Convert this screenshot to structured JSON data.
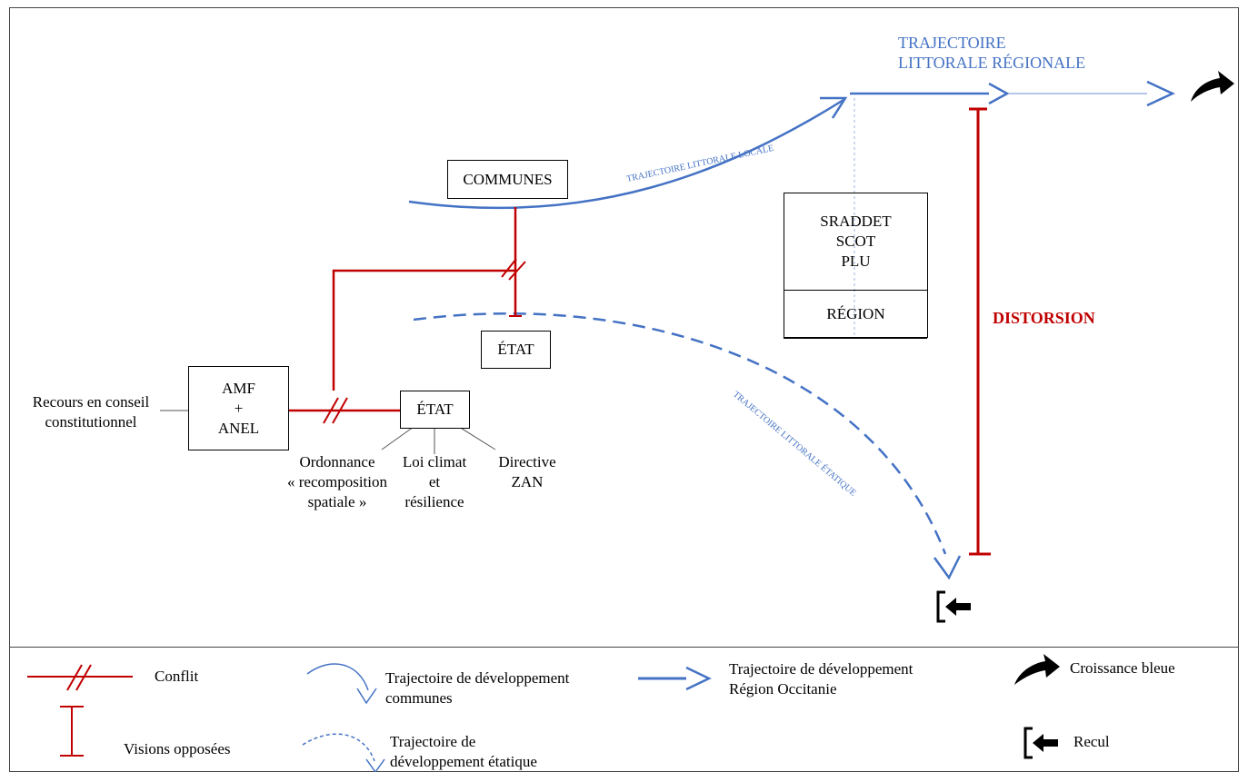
{
  "top_title": [
    "TRAJECTOIRE",
    "LITTORALE RÉGIONALE"
  ],
  "nodes": {
    "communes": "COMMUNES",
    "etat_top": "ÉTAT",
    "region_docs": [
      "SRADDET",
      "SCOT",
      "PLU"
    ],
    "region": "RÉGION",
    "amf": [
      "AMF",
      "+",
      "ANEL"
    ],
    "etat_bottom": "ÉTAT"
  },
  "labels": {
    "recours": [
      "Recours en conseil",
      "constitutionnel"
    ],
    "ordonnance": [
      "Ordonnance",
      "« recomposition",
      "spatiale »"
    ],
    "loi_climat": [
      "Loi climat",
      "et",
      "résilience"
    ],
    "directive": [
      "Directive",
      "ZAN"
    ],
    "distortion": "DISTORSION",
    "traj_locale": "TRAJECTOIRE LITTORALE LOCALE",
    "traj_etatique": "TRAJECTOIRE LITTORALE ÉTATIQUE"
  },
  "legend": {
    "conflit": "Conflit",
    "visions": "Visions opposées",
    "traj_communes": [
      "Trajectoire de développement",
      "communes"
    ],
    "traj_etat": [
      "Trajectoire de",
      "développement étatique"
    ],
    "traj_region": [
      "Trajectoire de développement",
      "Région Occitanie"
    ],
    "croissance": "Croissance bleue",
    "recul": "Recul"
  },
  "colors": {
    "blue": "#4472c4",
    "red": "#c00000",
    "black": "#000000"
  }
}
